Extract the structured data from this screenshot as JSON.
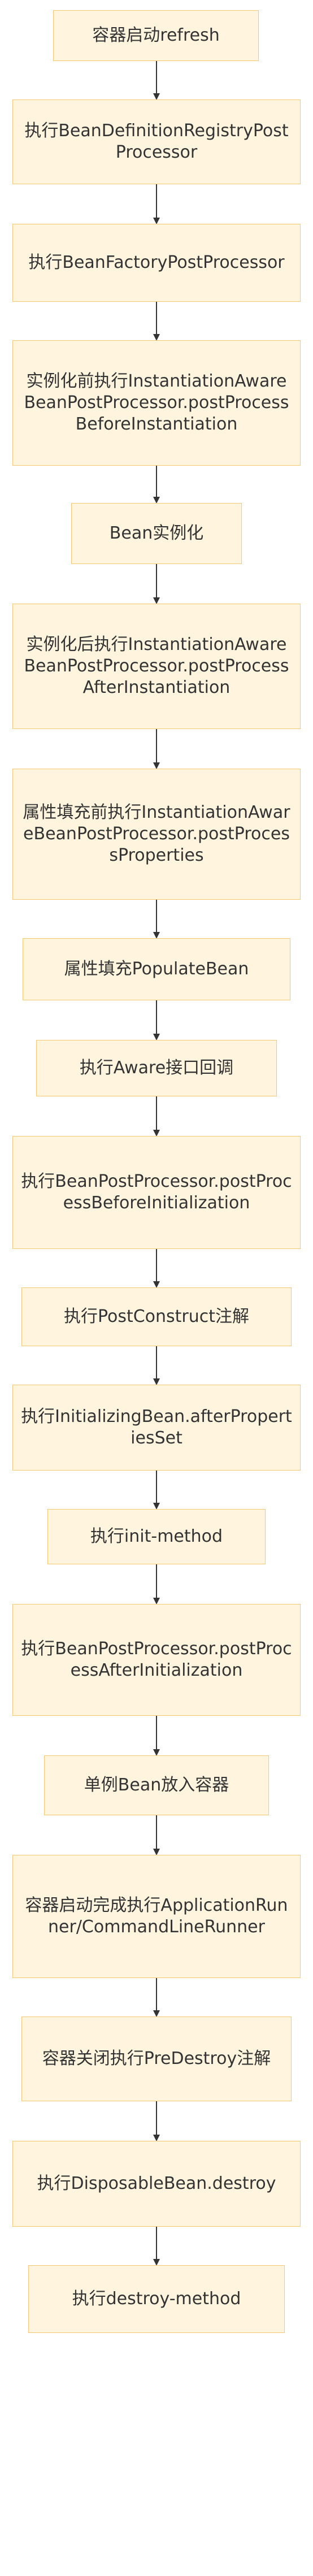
{
  "nodes": [
    {
      "id": "n1",
      "label": "容器启动refresh"
    },
    {
      "id": "n2",
      "label": "执行BeanDefinitionRegistryPostProcessor"
    },
    {
      "id": "n3",
      "label": "执行BeanFactoryPostProcessor"
    },
    {
      "id": "n4",
      "label": "实例化前执行InstantiationAwareBeanPostProcessor.postProcessBeforeInstantiation"
    },
    {
      "id": "n5",
      "label": "Bean实例化"
    },
    {
      "id": "n6",
      "label": "实例化后执行InstantiationAwareBeanPostProcessor.postProcessAfterInstantiation"
    },
    {
      "id": "n7",
      "label": "属性填充前执行InstantiationAwareBeanPostProcessor.postProcessProperties"
    },
    {
      "id": "n8",
      "label": "属性填充PopulateBean"
    },
    {
      "id": "n9",
      "label": "执行Aware接口回调"
    },
    {
      "id": "n10",
      "label": "执行BeanPostProcessor.postProcessBeforeInitialization"
    },
    {
      "id": "n11",
      "label": "执行PostConstruct注解"
    },
    {
      "id": "n12",
      "label": "执行InitializingBean.afterPropertiesSet"
    },
    {
      "id": "n13",
      "label": "执行init-method"
    },
    {
      "id": "n14",
      "label": "执行BeanPostProcessor.postProcessAfterInitialization"
    },
    {
      "id": "n15",
      "label": "单例Bean放入容器"
    },
    {
      "id": "n16",
      "label": "容器启动完成执行ApplicationRunner/CommandLineRunner"
    },
    {
      "id": "n17",
      "label": "容器关闭执行PreDestroy注解"
    },
    {
      "id": "n18",
      "label": "执行DisposableBean.destroy"
    },
    {
      "id": "n19",
      "label": "执行destroy-method"
    }
  ],
  "colors": {
    "node_fill": "#fff4dd",
    "node_border": "#f5c873",
    "text": "#333333",
    "edge": "#333333"
  }
}
